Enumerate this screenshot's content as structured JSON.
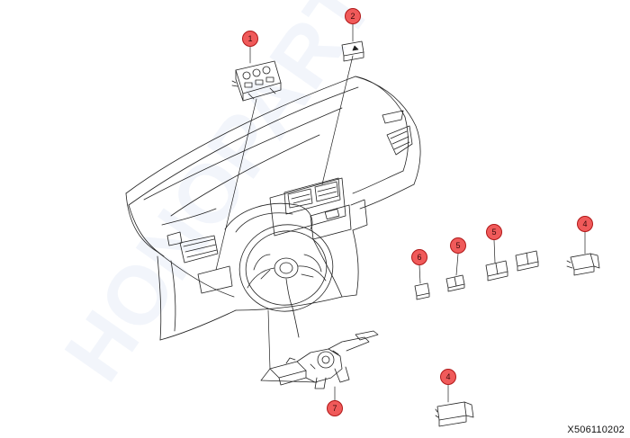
{
  "diagram": {
    "watermark": "HONOPARTS",
    "drawing_code": "X506110202",
    "callouts": [
      {
        "id": "c1",
        "label": "1"
      },
      {
        "id": "c2",
        "label": "2"
      },
      {
        "id": "c4a",
        "label": "4"
      },
      {
        "id": "c4b",
        "label": "4"
      },
      {
        "id": "c5a",
        "label": "5"
      },
      {
        "id": "c5b",
        "label": "5"
      },
      {
        "id": "c6",
        "label": "6"
      },
      {
        "id": "c7",
        "label": "7"
      }
    ],
    "colors": {
      "callout_fill": "#f05a5a",
      "callout_stroke": "#b01818",
      "line": "#222222"
    }
  }
}
